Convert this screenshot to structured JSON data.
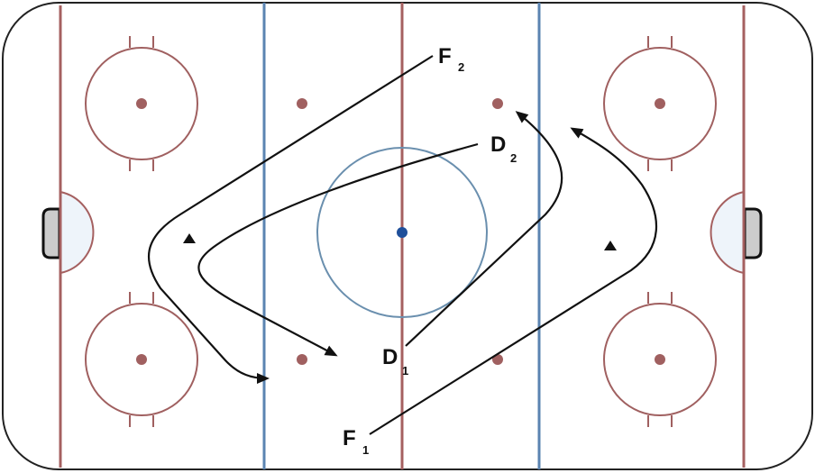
{
  "players": {
    "f2": {
      "letter": "F",
      "number": "2"
    },
    "d2": {
      "letter": "D",
      "number": "2"
    },
    "d1": {
      "letter": "D",
      "number": "1"
    },
    "f1": {
      "letter": "F",
      "number": "1"
    }
  },
  "colors": {
    "goal_line": "#a56060",
    "blue_line": "#5b84b1",
    "center_circle": "#6a8fae",
    "center_dot": "#1f4f9a",
    "faceoff": "#a06060",
    "path": "#111111",
    "crease_fill": "#eef4fa",
    "net_fill": "#cccccc"
  }
}
